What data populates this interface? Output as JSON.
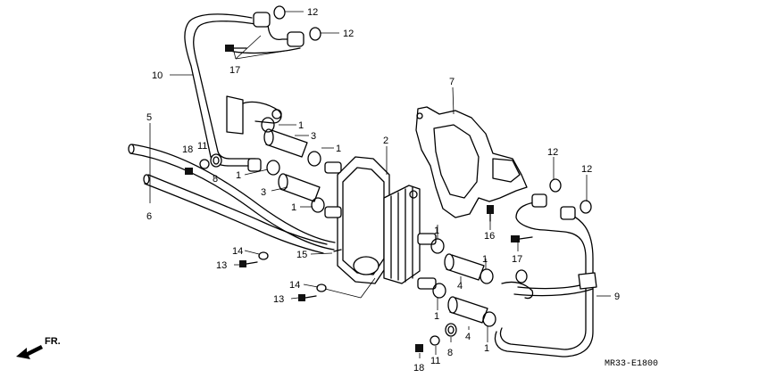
{
  "callouts": [
    {
      "id": "c12a",
      "text": "12"
    },
    {
      "id": "c12b",
      "text": "12"
    },
    {
      "id": "c17a",
      "text": "17"
    },
    {
      "id": "c10",
      "text": "10"
    },
    {
      "id": "c7",
      "text": "7"
    },
    {
      "id": "c5",
      "text": "5"
    },
    {
      "id": "c1a",
      "text": "1"
    },
    {
      "id": "c3a",
      "text": "3"
    },
    {
      "id": "c1b",
      "text": "1"
    },
    {
      "id": "c2",
      "text": "2"
    },
    {
      "id": "c18a",
      "text": "18"
    },
    {
      "id": "c11a",
      "text": "11"
    },
    {
      "id": "c8a",
      "text": "8"
    },
    {
      "id": "c1c",
      "text": "1"
    },
    {
      "id": "c3b",
      "text": "3"
    },
    {
      "id": "c1d",
      "text": "1"
    },
    {
      "id": "c6",
      "text": "6"
    },
    {
      "id": "c12c",
      "text": "12"
    },
    {
      "id": "c12d",
      "text": "12"
    },
    {
      "id": "c16",
      "text": "16"
    },
    {
      "id": "c1e",
      "text": "1"
    },
    {
      "id": "c17b",
      "text": "17"
    },
    {
      "id": "c14a",
      "text": "14"
    },
    {
      "id": "c13a",
      "text": "13"
    },
    {
      "id": "c15",
      "text": "15"
    },
    {
      "id": "c1f",
      "text": "1"
    },
    {
      "id": "c4a",
      "text": "4"
    },
    {
      "id": "c14b",
      "text": "14"
    },
    {
      "id": "c13b",
      "text": "13"
    },
    {
      "id": "c1g",
      "text": "1"
    },
    {
      "id": "c9",
      "text": "9"
    },
    {
      "id": "c4b",
      "text": "4"
    },
    {
      "id": "c1h",
      "text": "1"
    },
    {
      "id": "c18b",
      "text": "18"
    },
    {
      "id": "c11b",
      "text": "11"
    },
    {
      "id": "c8b",
      "text": "8"
    }
  ],
  "direction_label": "FR.",
  "diagram_code": "MR33-E1800"
}
